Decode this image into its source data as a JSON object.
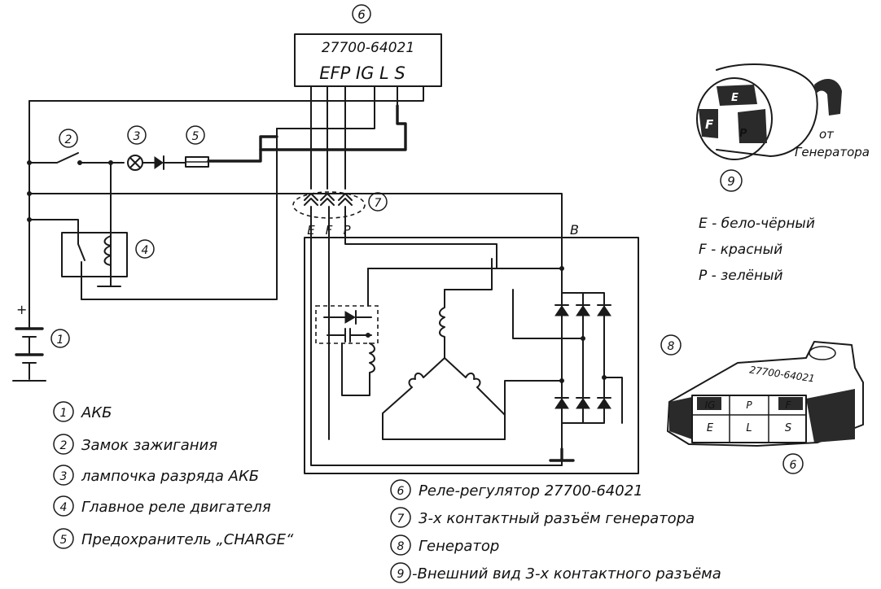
{
  "regulator": {
    "number": "6",
    "model": "27700-64021",
    "pins": "EFP IG L S"
  },
  "connector": {
    "number": "7",
    "pins": [
      "E",
      "F",
      "P"
    ]
  },
  "node_b": "B",
  "components": {
    "n1": "1",
    "n2": "2",
    "n3": "3",
    "n4": "4",
    "n5": "5",
    "battery_plus": "+"
  },
  "generator_view": {
    "number": "8",
    "model": "27700-64021",
    "top_row": [
      "IG",
      "P",
      "F"
    ],
    "bottom_row": [
      "E",
      "L",
      "S"
    ],
    "marker": "6"
  },
  "external_view": {
    "number": "9",
    "caption_line1": "от",
    "caption_line2": "Генератора",
    "pins": [
      "F",
      "E",
      "P"
    ]
  },
  "wire_colors": [
    {
      "pin": "E",
      "text": "E - бело-чёрный"
    },
    {
      "pin": "F",
      "text": "F - красный"
    },
    {
      "pin": "P",
      "text": "P - зелёный"
    }
  ],
  "legend_left": [
    {
      "num": "1",
      "text": "АКБ"
    },
    {
      "num": "2",
      "text": "Замок зажигания"
    },
    {
      "num": "3",
      "text": "лампочка разряда АКБ"
    },
    {
      "num": "4",
      "text": "Главное реле двигателя"
    },
    {
      "num": "5",
      "text": "Предохранитель „CHARGE“"
    }
  ],
  "legend_right": [
    {
      "num": "6",
      "text": "Реле-регулятор  27700-64021"
    },
    {
      "num": "7",
      "text": "3-х контактный разъём генератора"
    },
    {
      "num": "8",
      "text": "Генератор"
    },
    {
      "num": "9",
      "text": "-Внешний вид 3-х контактного разъёма"
    }
  ]
}
